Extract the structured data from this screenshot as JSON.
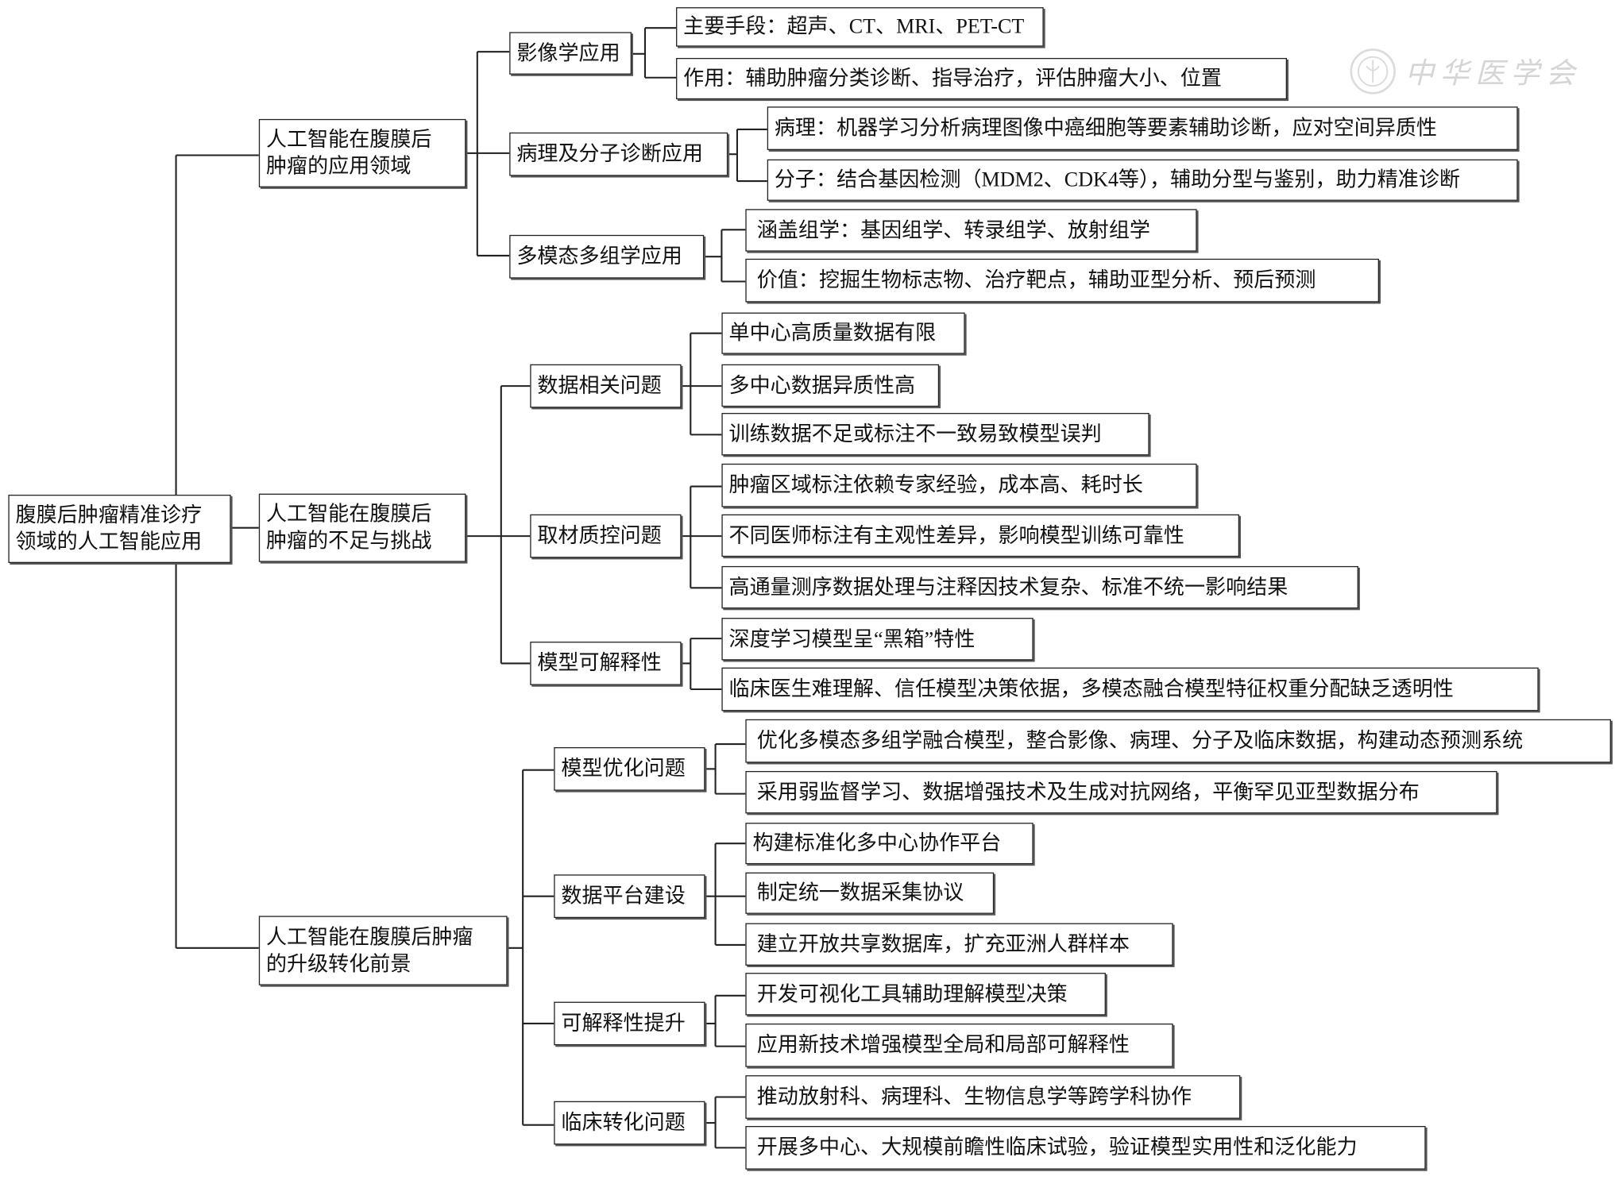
{
  "watermark": {
    "text": "中华医学会"
  },
  "root": {
    "lines": [
      "腹膜后肿瘤精准诊疗",
      "领域的人工智能应用"
    ]
  },
  "branches": [
    {
      "lines": [
        "人工智能在腹膜后",
        "肿瘤的应用领域"
      ],
      "groups": [
        {
          "label": "影像学应用",
          "items": [
            "主要手段：超声、CT、MRI、PET-CT",
            "作用：辅助肿瘤分类诊断、指导治疗，评估肿瘤大小、位置"
          ]
        },
        {
          "label": "病理及分子诊断应用",
          "items": [
            "病理：机器学习分析病理图像中癌细胞等要素辅助诊断，应对空间异质性",
            "分子：结合基因检测（MDM2、CDK4等），辅助分型与鉴别，助力精准诊断"
          ]
        },
        {
          "label": "多模态多组学应用",
          "items": [
            "涵盖组学：基因组学、转录组学、放射组学",
            "价值：挖掘生物标志物、治疗靶点，辅助亚型分析、预后预测"
          ]
        }
      ]
    },
    {
      "lines": [
        "人工智能在腹膜后",
        "肿瘤的不足与挑战"
      ],
      "groups": [
        {
          "label": "数据相关问题",
          "items": [
            "单中心高质量数据有限",
            "多中心数据异质性高",
            "训练数据不足或标注不一致易致模型误判"
          ]
        },
        {
          "label": "取材质控问题",
          "items": [
            "肿瘤区域标注依赖专家经验，成本高、耗时长",
            "不同医师标注有主观性差异，影响模型训练可靠性",
            "高通量测序数据处理与注释因技术复杂、标准不统一影响结果"
          ]
        },
        {
          "label": "模型可解释性",
          "items": [
            "深度学习模型呈“黑箱”特性",
            "临床医生难理解、信任模型决策依据，多模态融合模型特征权重分配缺乏透明性"
          ]
        }
      ]
    },
    {
      "lines": [
        "人工智能在腹膜后肿瘤",
        "的升级转化前景"
      ],
      "groups": [
        {
          "label": "模型优化问题",
          "items": [
            "优化多模态多组学融合模型，整合影像、病理、分子及临床数据，构建动态预测系统",
            "采用弱监督学习、数据增强技术及生成对抗网络，平衡罕见亚型数据分布"
          ]
        },
        {
          "label": "数据平台建设",
          "items": [
            "构建标准化多中心协作平台",
            "制定统一数据采集协议",
            "建立开放共享数据库，扩充亚洲人群样本"
          ]
        },
        {
          "label": "可解释性提升",
          "items": [
            "开发可视化工具辅助理解模型决策",
            "应用新技术增强模型全局和局部可解释性"
          ]
        },
        {
          "label": "临床转化问题",
          "items": [
            "推动放射科、病理科、生物信息学等跨学科协作",
            "开展多中心、大规模前瞻性临床试验，验证模型实用性和泛化能力"
          ]
        }
      ]
    }
  ]
}
